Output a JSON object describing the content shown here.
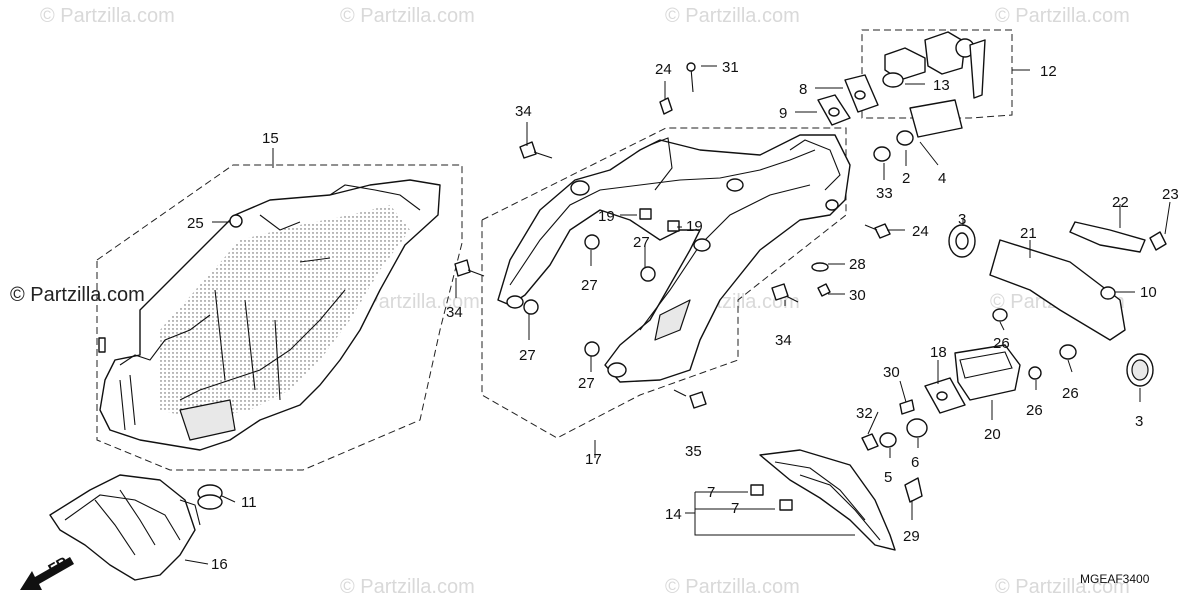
{
  "watermark": {
    "repeat_text": "© Partzilla.com",
    "side_text": "© Partzilla.com"
  },
  "diagram_code": "MGEAF3400",
  "direction_label": "FR.",
  "callouts": {
    "c1": "2",
    "c2": "3",
    "c3": "3",
    "c4": "4",
    "c5": "5",
    "c6": "6",
    "c7": "7",
    "c8": "7",
    "c9": "8",
    "c10": "9",
    "c11": "10",
    "c12": "11",
    "c13": "12",
    "c14": "13",
    "c15": "14",
    "c16": "15",
    "c17": "16",
    "c18": "17",
    "c19": "18",
    "c20": "19",
    "c21": "19",
    "c22": "20",
    "c23": "21",
    "c24": "22",
    "c25": "23",
    "c26": "24",
    "c27": "24",
    "c28": "25",
    "c29": "26",
    "c30": "26",
    "c31": "26",
    "c32": "27",
    "c33": "27",
    "c34": "27",
    "c35": "27",
    "c36": "28",
    "c37": "29",
    "c38": "30",
    "c39": "30",
    "c40": "31",
    "c41": "32",
    "c42": "33",
    "c43": "34",
    "c44": "34",
    "c45": "34",
    "c46": "35"
  }
}
